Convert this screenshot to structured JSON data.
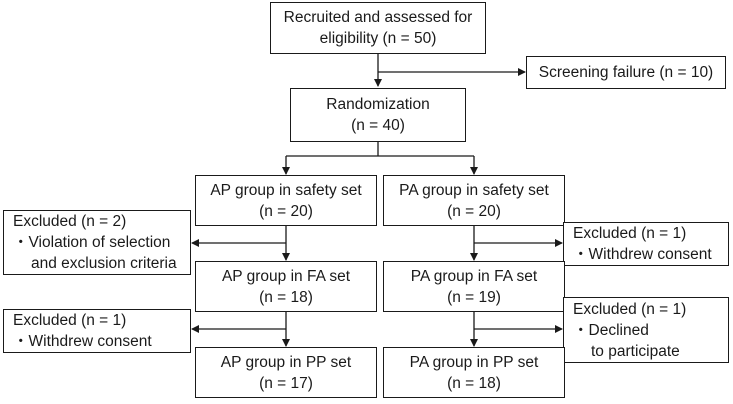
{
  "recruited": {
    "line1": "Recruited and assessed for",
    "line2": "eligibility (n = 50)"
  },
  "screening_failure": {
    "line1": "Screening failure (n = 10)"
  },
  "randomization": {
    "line1": "Randomization",
    "line2": "(n = 40)"
  },
  "ap_safety": {
    "line1": "AP group in safety set",
    "line2": "(n = 20)"
  },
  "pa_safety": {
    "line1": "PA group in safety set",
    "line2": "(n = 20)"
  },
  "ap_excluded_1": {
    "line1": "Excluded (n = 2)",
    "line2": "・Violation of selection",
    "line3": "and exclusion criteria"
  },
  "pa_excluded_1": {
    "line1": "Excluded (n = 1)",
    "line2": "・Withdrew consent"
  },
  "ap_fa": {
    "line1": "AP group in FA set",
    "line2": "(n = 18)"
  },
  "pa_fa": {
    "line1": "PA group in FA set",
    "line2": "(n = 19)"
  },
  "ap_excluded_2": {
    "line1": "Excluded (n = 1)",
    "line2": "・Withdrew consent"
  },
  "pa_excluded_2": {
    "line1": "Excluded (n = 1)",
    "line2": "・Declined",
    "line3": "to participate"
  },
  "ap_pp": {
    "line1": "AP group in PP set",
    "line2": "(n = 17)"
  },
  "pa_pp": {
    "line1": "PA group in PP set",
    "line2": "(n = 18)"
  },
  "colors": {
    "line": "#1a1a1a",
    "background": "#ffffff"
  }
}
